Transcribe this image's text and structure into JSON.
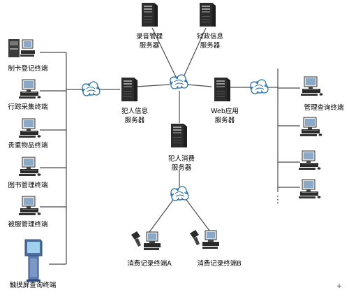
{
  "servers": {
    "recording": {
      "line1": "录音管理",
      "line2": "服务器"
    },
    "prison_info": {
      "line1": "狱政信息",
      "line2": "服务器"
    },
    "inmate_info": {
      "line1": "犯人信息",
      "line2": "服务器"
    },
    "web_app": {
      "line1": "Web应用",
      "line2": "服务器"
    },
    "consumption": {
      "line1": "犯人消费",
      "line2": "服务器"
    }
  },
  "left_terminals": [
    {
      "label": "制卡登记终端",
      "icon": "card-printer-icon"
    },
    {
      "label": "行踪采集终端",
      "icon": "computer-icon"
    },
    {
      "label": "贵重物品终端",
      "icon": "computer-icon"
    },
    {
      "label": "图书管理终端",
      "icon": "computer-icon"
    },
    {
      "label": "被服管理终端",
      "icon": "computer-icon"
    },
    {
      "label": "触摸屏查询终端",
      "icon": "touch-kiosk-icon"
    }
  ],
  "right_terminals": {
    "label": "管理查询终端",
    "ellipsis": "⋮"
  },
  "consumption_terminals": [
    {
      "label": "消费记录终端A",
      "icon": "card-reader-computer-icon"
    },
    {
      "label": "消费记录终端B",
      "icon": "card-reader-computer-icon"
    }
  ],
  "page_marker": "+",
  "colors": {
    "line": "#4a4a4a",
    "cloud": "#1f6fb3",
    "server": "#1e1e1e",
    "screen": "#8aa9c9"
  }
}
